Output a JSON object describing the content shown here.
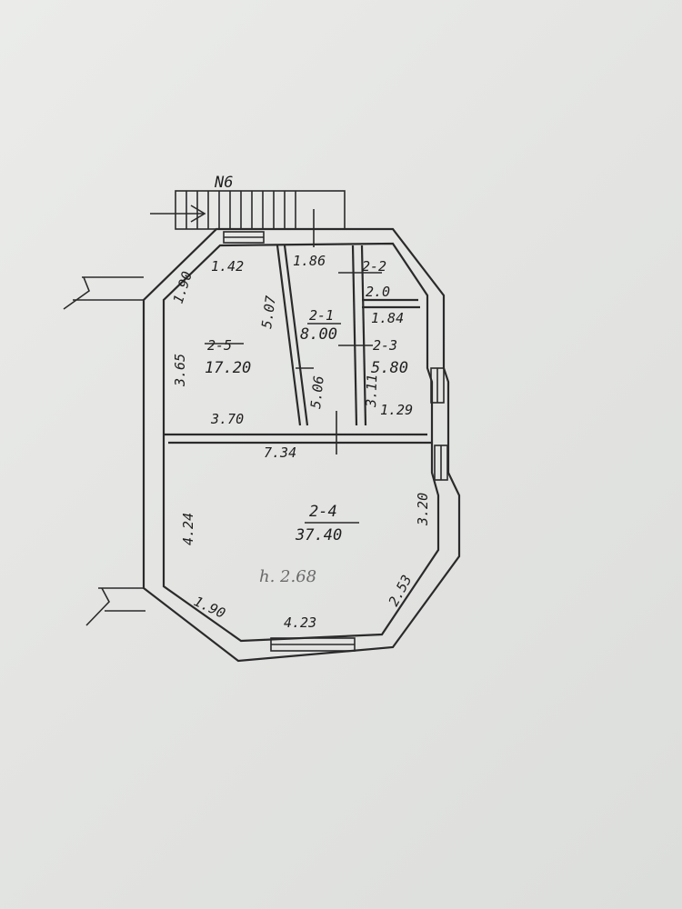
{
  "plan": {
    "sheet_label": "N6",
    "rooms": [
      {
        "id": "2-5",
        "area": "17.20"
      },
      {
        "id": "2-1",
        "area": "8.00"
      },
      {
        "id": "2-3",
        "area": "5.80"
      },
      {
        "id": "2-2",
        "area": "2.0"
      },
      {
        "id": "2-4",
        "area": "37.40"
      }
    ],
    "dimensions": {
      "d1": "1.90",
      "d2": "1.42",
      "d3": "5.07",
      "d4": "3.65",
      "d5": "3.70",
      "d6": "5.06",
      "d7": "1.86",
      "d8": "1.84",
      "d9": "3.11",
      "d10": "1.29",
      "d11": "7.34",
      "d12": "4.24",
      "d13": "3.20",
      "d14": "2.53",
      "d15": "1.90",
      "d16": "4.23"
    },
    "height_note": "h. 2.68"
  }
}
